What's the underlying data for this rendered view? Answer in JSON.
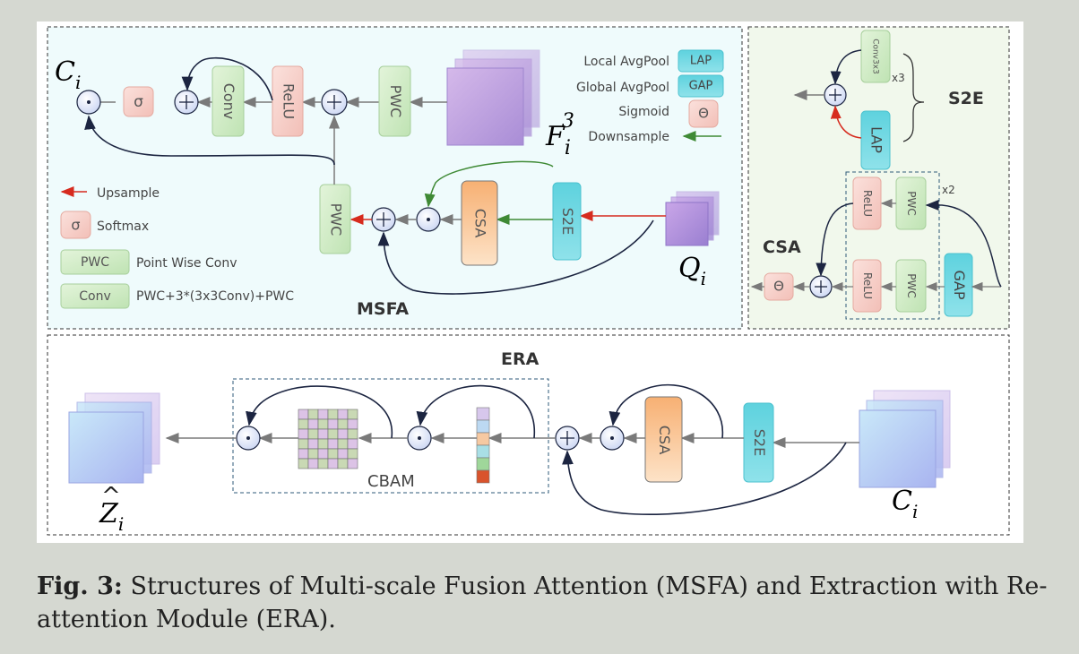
{
  "colors": {
    "panel_msfa": "#effbfc",
    "panel_side": "#f1f8ec",
    "pwc_fill": "#d2ecc8",
    "relu_fill": "#f7d2cc",
    "csa_fill": "#f9c79a",
    "s2e_fill": "#5fd3e0",
    "upsample_arrow": "#d62b1e",
    "downsample_arrow": "#3f8a35",
    "line": "#7a7a7a",
    "curve": "#1c2541"
  },
  "labels": {
    "msfa": "MSFA",
    "era": "ERA",
    "s2e_title": "S2E",
    "csa_title": "CSA",
    "cbam": "CBAM",
    "x3": "x3",
    "x2": "x2"
  },
  "blocks": {
    "pwc": "PWC",
    "relu": "ReLU",
    "conv": "Conv",
    "csa": "CSA",
    "s2e": "S2E",
    "lap": "LAP",
    "gap": "GAP",
    "conv3x3": "Conv3x3",
    "sigma": "σ",
    "theta": "Θ"
  },
  "math": {
    "c_base": "C",
    "c_sub": "i",
    "f_base": "F",
    "f_sub": "i",
    "f_sup": "3",
    "q_base": "Q",
    "q_sub": "i",
    "z_base": "Z",
    "z_sub": "i",
    "z_hat": "^"
  },
  "legend_right": [
    {
      "label": "Local AvgPool",
      "box": "LAP"
    },
    {
      "label": "Global AvgPool",
      "box": "GAP"
    },
    {
      "label": "Sigmoid",
      "box": "Θ"
    },
    {
      "label": "Downsample",
      "box": ""
    }
  ],
  "legend_left": [
    {
      "label": "Upsample",
      "box": ""
    },
    {
      "label": "Softmax",
      "box": "σ"
    },
    {
      "label": "Point Wise Conv",
      "box": "PWC"
    },
    {
      "label": "PWC+3*(3x3Conv)+PWC",
      "box": "Conv"
    }
  ],
  "caption": {
    "prefix": "Fig. 3:",
    "text": " Structures of Multi-scale Fusion Attention (MSFA) and Extraction with Re-attention Module (ERA)."
  }
}
